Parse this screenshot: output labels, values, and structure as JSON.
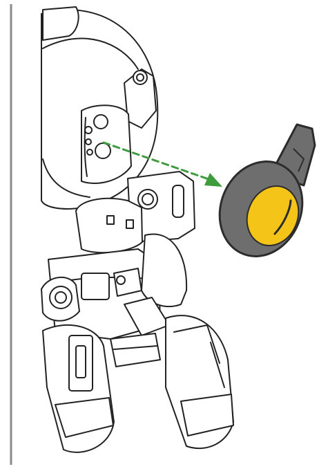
{
  "figure": {
    "kind": "assembly-instruction-illustration",
    "subject": "robot-figure-back-view",
    "part": "dial-knob",
    "action": "attach-knob-to-side-socket"
  },
  "colors": {
    "background": "#ffffff",
    "line_art": "#222222",
    "divider": "#8a8a8a",
    "arrow": "#3e9b3e",
    "knob_body": "#6e6e6e",
    "knob_face": "#f4c518",
    "knob_outline": "#2c2c2c"
  },
  "icons": [
    "arrow-right-dashed",
    "dial-knob"
  ]
}
